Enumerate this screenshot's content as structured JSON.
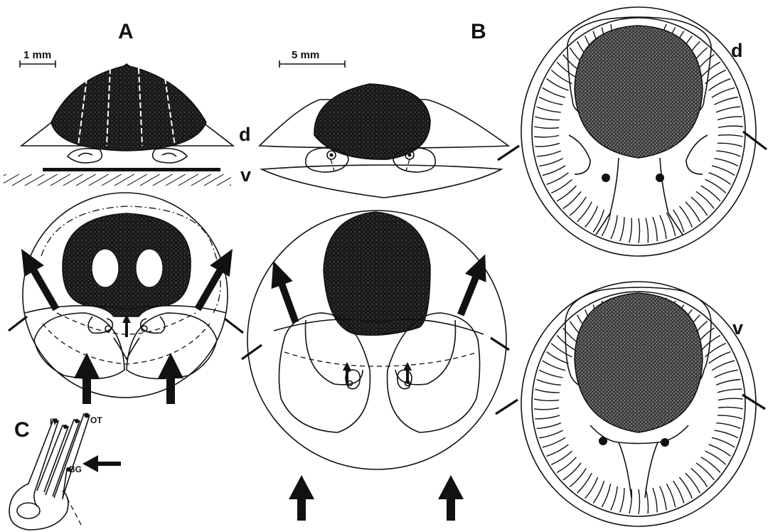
{
  "labels": {
    "panel_a": "A",
    "panel_b": "B",
    "panel_c": "C",
    "dorsal": "d",
    "ventral": "v",
    "dorsal_right": "d",
    "ventral_right": "v",
    "scale_a": "1 mm",
    "scale_b": "5 mm",
    "it": "IT",
    "ot": "OT",
    "bg": "BG"
  },
  "colors": {
    "ink": "#111111",
    "paper": "#ffffff"
  }
}
